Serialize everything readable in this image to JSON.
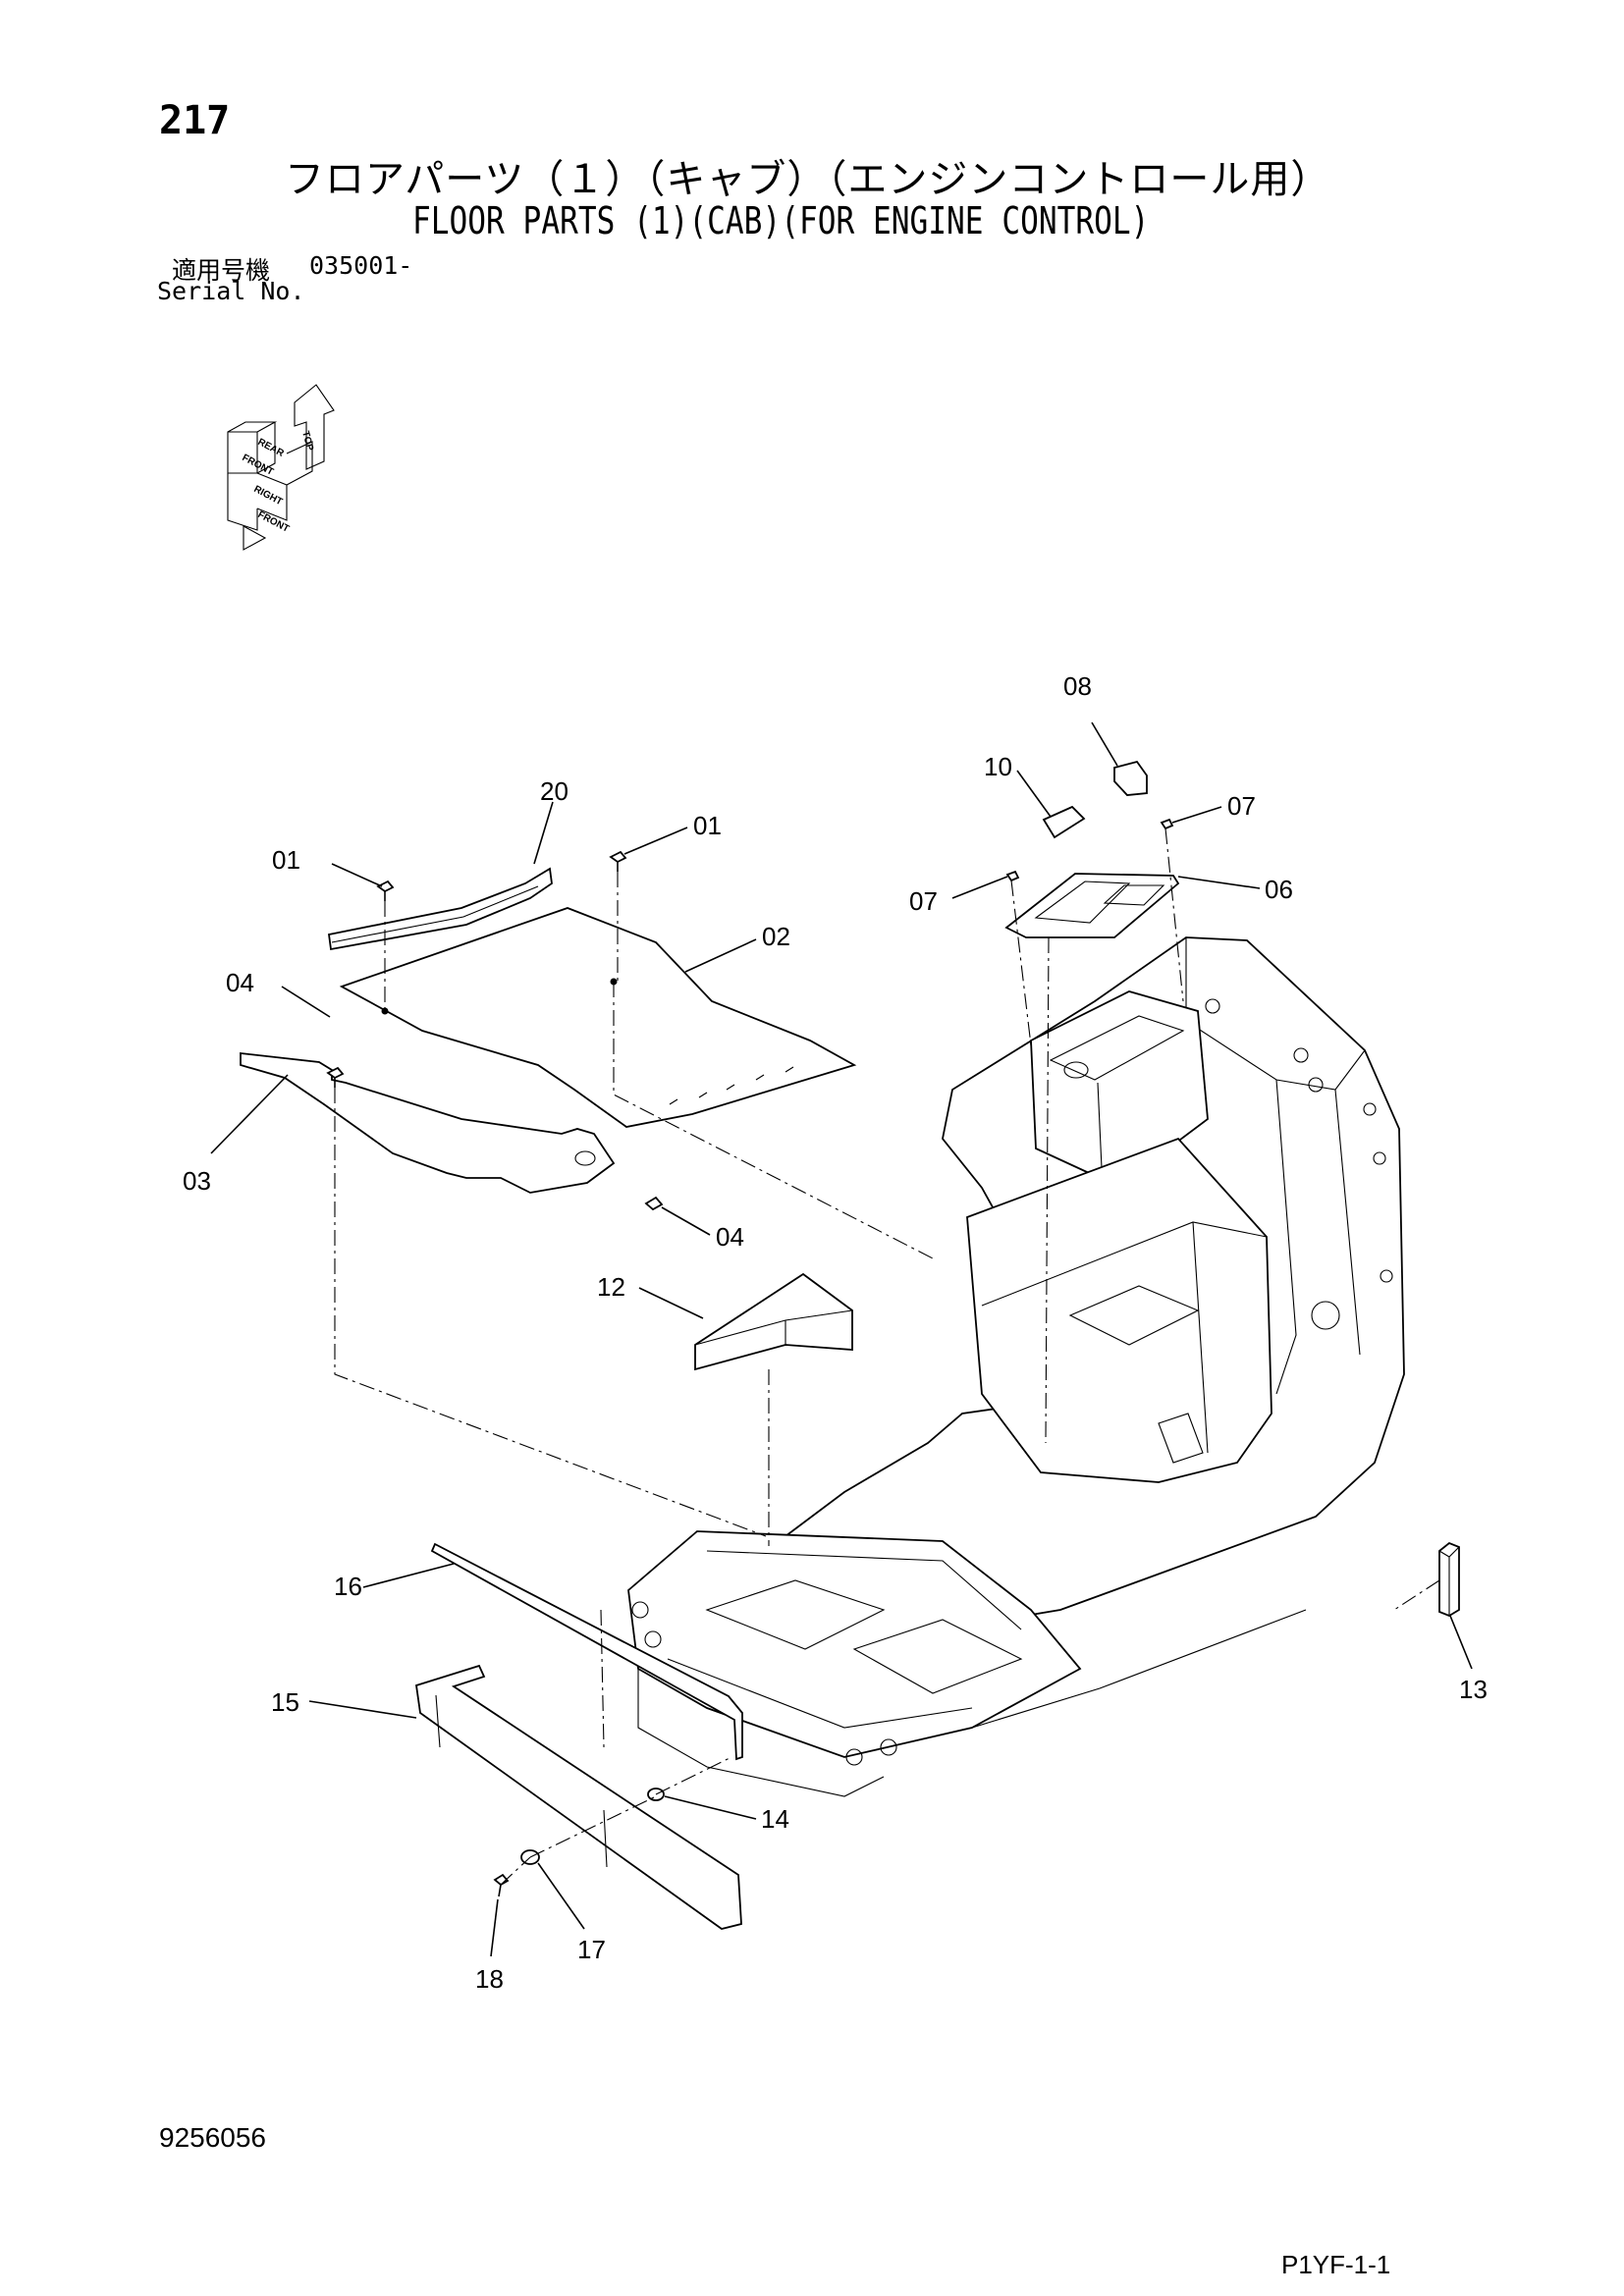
{
  "header": {
    "page_number": "217",
    "title_jp": "フロアパーツ（１）（キャブ）（エンジンコントロール用）",
    "title_en": "FLOOR PARTS (1)(CAB)(FOR ENGINE CONTROL)",
    "serial_label_jp": "適用号機",
    "serial_value": "035001-",
    "serial_label_en": "Serial No."
  },
  "orientation_indicator": {
    "labels": [
      "FRONT",
      "RIGHT",
      "TOP",
      "REAR",
      "FRONT"
    ]
  },
  "callouts": [
    "01",
    "01",
    "02",
    "03",
    "04",
    "04",
    "06",
    "07",
    "07",
    "08",
    "10",
    "12",
    "13",
    "14",
    "15",
    "16",
    "17",
    "18",
    "20"
  ],
  "footer": {
    "document_code": "9256056",
    "sheet_code": "P1YF-1-1"
  }
}
